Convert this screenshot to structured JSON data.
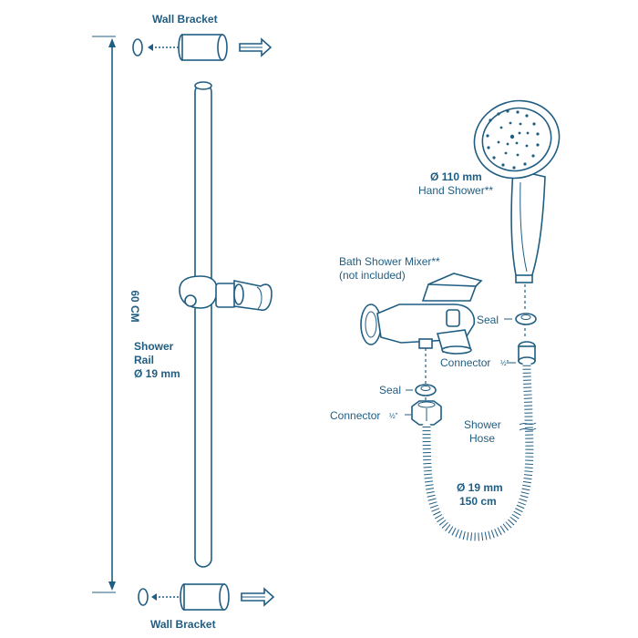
{
  "labels": {
    "wall_bracket_top": "Wall Bracket",
    "wall_bracket_bottom": "Wall Bracket",
    "rail_length": "60 CM",
    "shower_rail_line1": "Shower",
    "shower_rail_line2": "Rail",
    "shower_rail_diameter": "Ø 19 mm",
    "hand_shower_diameter": "Ø 110 mm",
    "hand_shower_name": "Hand Shower**",
    "mixer_name": "Bath Shower Mixer**",
    "mixer_note": "(not included)",
    "seal_right": "Seal",
    "connector_right": "Connector",
    "connector_right_size": "½\"",
    "seal_left": "Seal",
    "connector_left": "Connector",
    "connector_left_size": "½\"",
    "hose_line1": "Shower",
    "hose_line2": "Hose",
    "hose_diameter": "Ø 19 mm",
    "hose_length": "150 cm"
  },
  "colors": {
    "line": "#1f5d82",
    "background": "#ffffff"
  }
}
